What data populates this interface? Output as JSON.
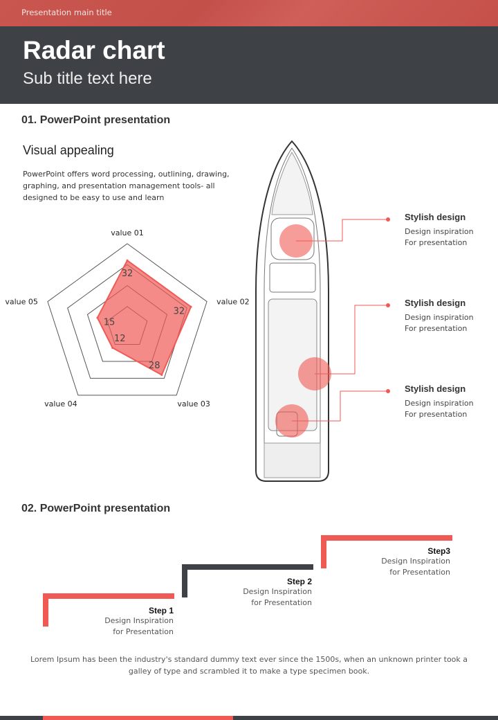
{
  "header": {
    "top_title": "Presentation main title",
    "title": "Radar chart",
    "subtitle": "Sub title text here"
  },
  "section1": {
    "title": "01. PowerPoint presentation",
    "heading": "Visual appealing",
    "body": "PowerPoint offers word processing, outlining, drawing, graphing, and presentation management tools- all designed to be easy to use and learn"
  },
  "chart_data": {
    "type": "radar",
    "categories": [
      "value 01",
      "value 02",
      "value 03",
      "value 04",
      "value 05"
    ],
    "values": [
      32,
      32,
      28,
      12,
      15
    ],
    "data_labels": [
      "32",
      "32",
      "28",
      "12",
      "15"
    ],
    "rmax": 40,
    "rings": [
      10,
      20,
      30,
      40
    ],
    "color": "#f05a55"
  },
  "callouts": [
    {
      "title": "Stylish design",
      "line1": "Design inspiration",
      "line2": "For presentation"
    },
    {
      "title": "Stylish design",
      "line1": "Design inspiration",
      "line2": "For presentation"
    },
    {
      "title": "Stylish design",
      "line1": "Design inspiration",
      "line2": "For presentation"
    }
  ],
  "section2": {
    "title": "02. PowerPoint presentation"
  },
  "steps": [
    {
      "title": "Step 1",
      "line1": "Design Inspiration",
      "line2": "for Presentation"
    },
    {
      "title": "Step 2",
      "line1": "Design Inspiration",
      "line2": "for Presentation"
    },
    {
      "title": "Step3",
      "line1": "Design Inspiration",
      "line2": "for Presentation"
    }
  ],
  "footer_text": "Lorem Ipsum has been the industry's standard dummy text ever since the 1500s, when an unknown printer took a galley of type and scrambled it to make a type specimen book.",
  "colors": {
    "accent": "#f05a55",
    "dark": "#3e4246"
  }
}
